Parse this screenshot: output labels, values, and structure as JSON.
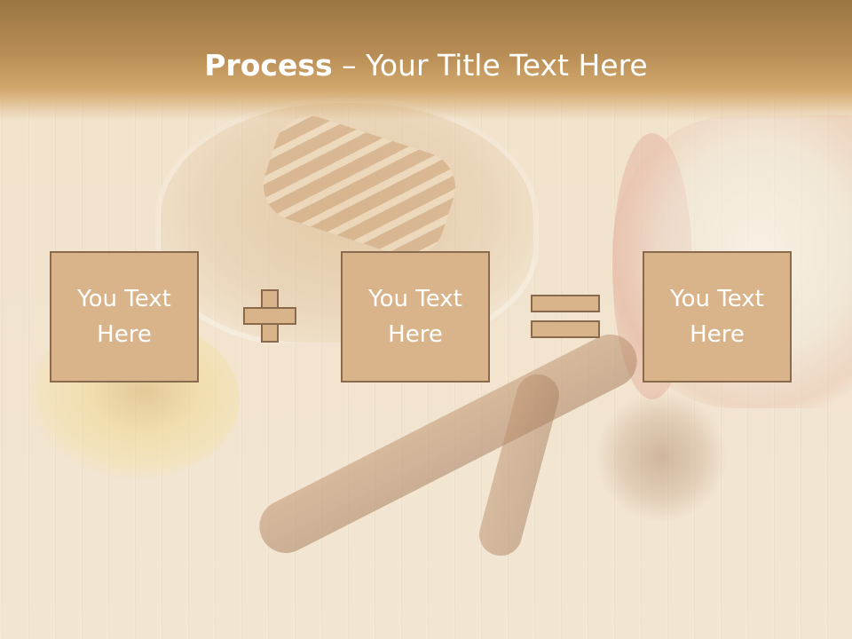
{
  "slide": {
    "title_bold": "Process",
    "title_separator": " – ",
    "title_rest": "Your Title Text Here"
  },
  "process": {
    "box_1": {
      "line_1": "You Text",
      "line_2": "Here"
    },
    "operator_1": "plus",
    "box_2": {
      "line_1": "You Text",
      "line_2": "Here"
    },
    "operator_2": "equals",
    "box_3": {
      "line_1": "You Text",
      "line_2": "Here"
    }
  },
  "colors": {
    "box_fill": "#d9b48a",
    "box_border": "#8a6a4d",
    "title_band": "#b88d55",
    "text": "#ffffff"
  },
  "icons": [
    "plus-icon",
    "equals-icon"
  ]
}
